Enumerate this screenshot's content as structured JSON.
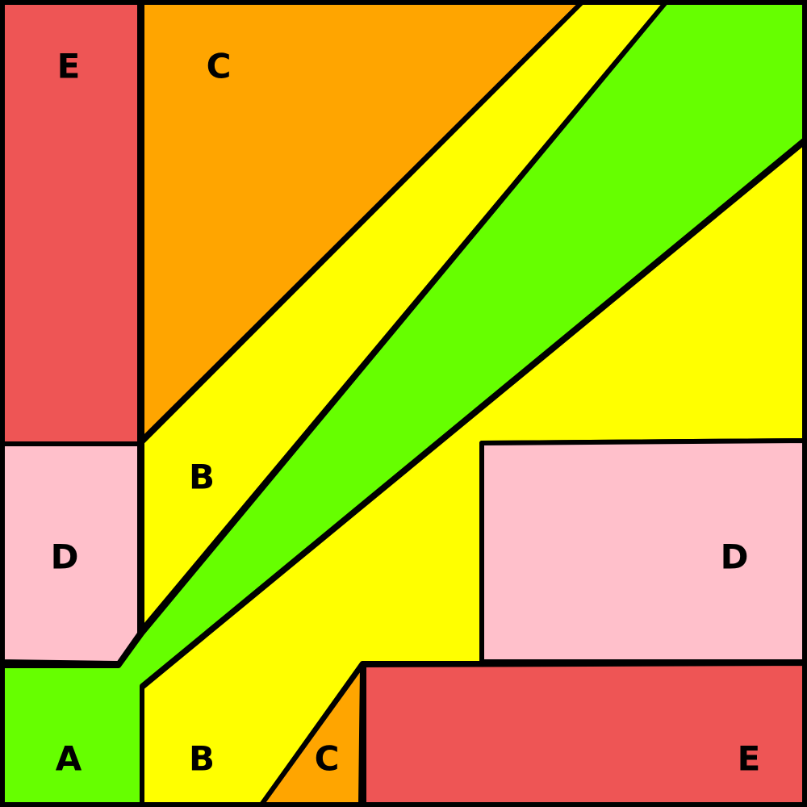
{
  "colors": {
    "A": "#66ff00",
    "B": "#ffff00",
    "C": "#ffa500",
    "D": "#ffc0cb",
    "E": "#ee5555",
    "border": "#000000"
  },
  "regions": [
    {
      "id": "e-top-left",
      "label": "E"
    },
    {
      "id": "c-top",
      "label": "C"
    },
    {
      "id": "b-diagonal-upper",
      "label": "B"
    },
    {
      "id": "d-left",
      "label": "D"
    },
    {
      "id": "a-green-wedge",
      "label": "A"
    },
    {
      "id": "b-lower-right",
      "label": "B"
    },
    {
      "id": "d-right",
      "label": "D"
    },
    {
      "id": "c-small-bottom",
      "label": "C"
    },
    {
      "id": "e-bottom-right",
      "label": "E"
    }
  ]
}
